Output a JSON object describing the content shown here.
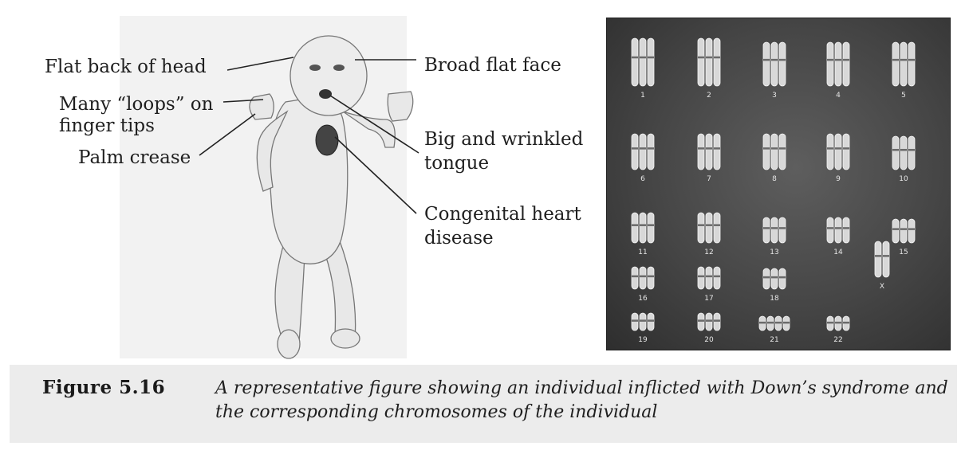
{
  "labels": {
    "flat_back": "Flat back of head",
    "loops_line1": "Many “loops” on",
    "loops_line2": "finger tips",
    "palm": "Palm crease",
    "broad_face": "Broad flat face",
    "tongue_line1": "Big and wrinkled",
    "tongue_line2": "tongue",
    "heart_line1": "Congenital heart",
    "heart_line2": "disease"
  },
  "karyotype": {
    "numbers": [
      "1",
      "2",
      "3",
      "4",
      "5",
      "6",
      "7",
      "8",
      "9",
      "10",
      "11",
      "12",
      "13",
      "14",
      "15",
      "16",
      "17",
      "18",
      "X",
      "19",
      "20",
      "21",
      "22"
    ]
  },
  "caption": {
    "label": "Figure 5.16",
    "text": "A representative figure showing an individual inflicted with Down’s syndrome and the corresponding chromosomes of the individual"
  },
  "colors": {
    "caption_bg": "#ececec",
    "karyotype_bg": "#454545",
    "chromosome": "#d8d8d8",
    "skin": "#e9e9e9",
    "heart": "#444444"
  }
}
